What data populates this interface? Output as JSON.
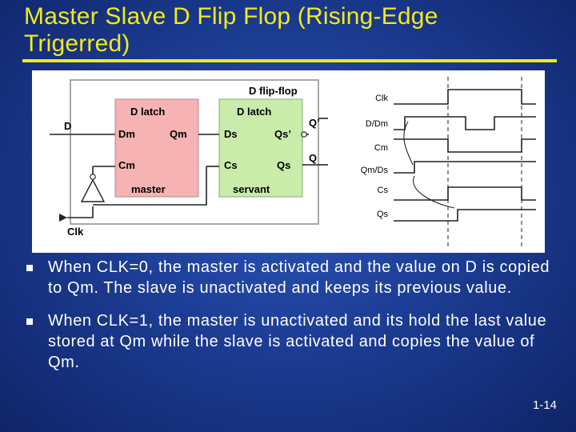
{
  "slide": {
    "title_line1": "Master Slave D Flip Flop (Rising-Edge",
    "title_line2": "Trigerred)",
    "page_number": "1-14"
  },
  "figure": {
    "flipflop_title": "D flip-flop",
    "master_latch": {
      "title": "D latch",
      "in1": "Dm",
      "out1": "Qm",
      "in2": "Cm",
      "name": "master"
    },
    "slave_latch": {
      "title": "D latch",
      "in1": "Ds",
      "out1": "Qs’",
      "in2": "Cs",
      "out2": "Qs",
      "name": "servant"
    },
    "input_d": "D",
    "clock_input": "Clk",
    "output_qbar": "Q’",
    "output_q": "Q",
    "timing_labels": [
      "Clk",
      "D/Dm",
      "Cm",
      "Qm/Ds",
      "Cs",
      "Qs"
    ]
  },
  "bullets": [
    {
      "text": "When CLK=0, the master is activated and the value on D is copied to Qm. The slave is unactivated and keeps its previous value."
    },
    {
      "text": "When CLK=1, the master is unactivated and its hold the last value stored at Qm while the slave is activated and copies the value of Qm."
    }
  ],
  "colors": {
    "title": "#f2ea1a",
    "background": "#1c3d94",
    "master_fill": "#f6b3b3",
    "slave_fill": "#c9ecaa"
  }
}
